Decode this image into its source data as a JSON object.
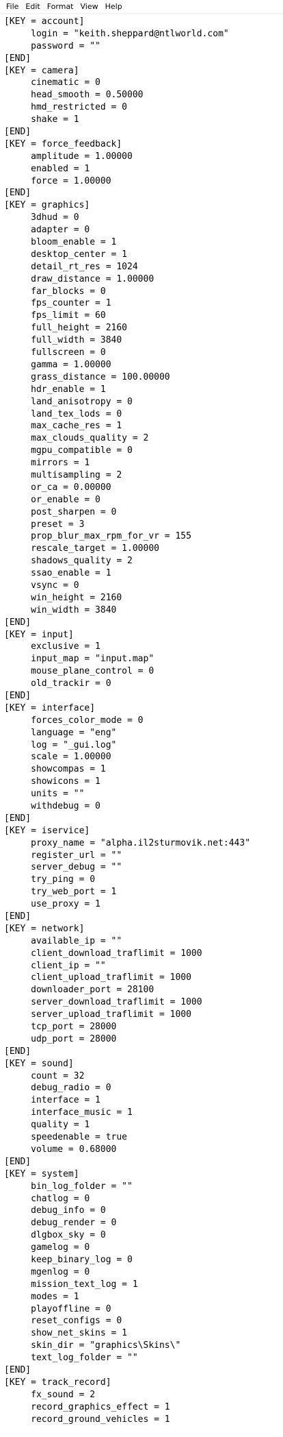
{
  "menu": [
    "File",
    "Edit",
    "Format",
    "View",
    "Help"
  ],
  "lines": [
    "[KEY = account]",
    "     login = \"keith.sheppard@ntlworld.com\"",
    "     password = \"\"",
    "[END]",
    "[KEY = camera]",
    "     cinematic = 0",
    "     head_smooth = 0.50000",
    "     hmd_restricted = 0",
    "     shake = 1",
    "[END]",
    "[KEY = force_feedback]",
    "     amplitude = 1.00000",
    "     enabled = 1",
    "     force = 1.00000",
    "[END]",
    "[KEY = graphics]",
    "     3dhud = 0",
    "     adapter = 0",
    "     bloom_enable = 1",
    "     desktop_center = 1",
    "     detail_rt_res = 1024",
    "     draw_distance = 1.00000",
    "     far_blocks = 0",
    "     fps_counter = 1",
    "     fps_limit = 60",
    "     full_height = 2160",
    "     full_width = 3840",
    "     fullscreen = 0",
    "     gamma = 1.00000",
    "     grass_distance = 100.00000",
    "     hdr_enable = 1",
    "     land_anisotropy = 0",
    "     land_tex_lods = 0",
    "     max_cache_res = 1",
    "     max_clouds_quality = 2",
    "     mgpu_compatible = 0",
    "     mirrors = 1",
    "     multisampling = 2",
    "     or_ca = 0.00000",
    "     or_enable = 0",
    "     post_sharpen = 0",
    "     preset = 3",
    "     prop_blur_max_rpm_for_vr = 155",
    "     rescale_target = 1.00000",
    "     shadows_quality = 2",
    "     ssao_enable = 1",
    "     vsync = 0",
    "     win_height = 2160",
    "     win_width = 3840",
    "[END]",
    "[KEY = input]",
    "     exclusive = 1",
    "     input_map = \"input.map\"",
    "     mouse_plane_control = 0",
    "     old_trackir = 0",
    "[END]",
    "[KEY = interface]",
    "     forces_color_mode = 0",
    "     language = \"eng\"",
    "     log = \"_gui.log\"",
    "     scale = 1.00000",
    "     showcompas = 1",
    "     showicons = 1",
    "     units = \"\"",
    "     withdebug = 0",
    "[END]",
    "[KEY = iservice]",
    "     proxy_name = \"alpha.il2sturmovik.net:443\"",
    "     register_url = \"\"",
    "     server_debug = \"\"",
    "     try_ping = 0",
    "     try_web_port = 1",
    "     use_proxy = 1",
    "[END]",
    "[KEY = network]",
    "     available_ip = \"\"",
    "     client_download_traflimit = 1000",
    "     client_ip = \"\"",
    "     client_upload_traflimit = 1000",
    "     downloader_port = 28100",
    "     server_download_traflimit = 1000",
    "     server_upload_traflimit = 1000",
    "     tcp_port = 28000",
    "     udp_port = 28000",
    "[END]",
    "[KEY = sound]",
    "     count = 32",
    "     debug_radio = 0",
    "     interface = 1",
    "     interface_music = 1",
    "     quality = 1",
    "     speedenable = true",
    "     volume = 0.68000",
    "[END]",
    "[KEY = system]",
    "     bin_log_folder = \"\"",
    "     chatlog = 0",
    "     debug_info = 0",
    "     debug_render = 0",
    "     dlgbox_sky = 0",
    "     gamelog = 0",
    "     keep_binary_log = 0",
    "     mgenlog = 0",
    "     mission_text_log = 1",
    "     modes = 1",
    "     playoffline = 0",
    "     reset_configs = 0",
    "     show_net_skins = 1",
    "     skin_dir = \"graphics\\Skins\\\"",
    "     text_log_folder = \"\"",
    "[END]",
    "[KEY = track_record]",
    "     fx_sound = 2",
    "     record_graphics_effect = 1",
    "     record_ground_vehicles = 1"
  ]
}
